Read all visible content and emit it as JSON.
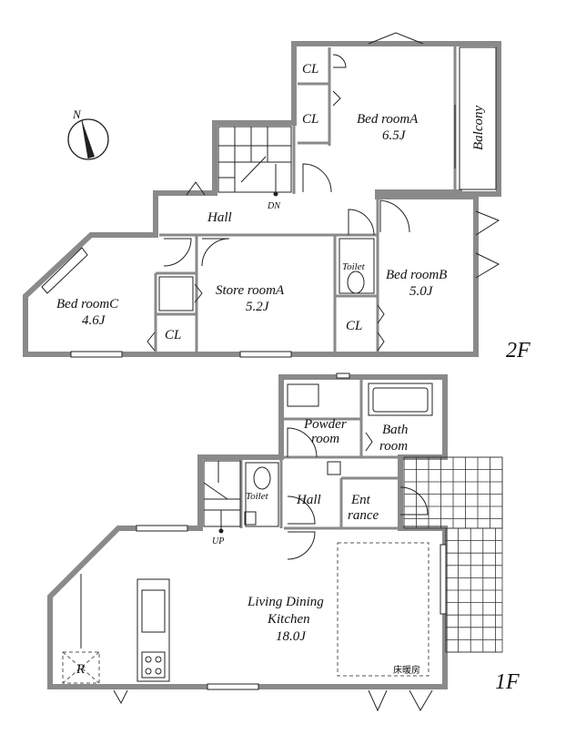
{
  "floors": {
    "second": {
      "label": "2F",
      "rooms": {
        "cl_a1": "CL",
        "cl_a2": "CL",
        "bedroom_a": "Bed roomA",
        "bedroom_a_size": "6.5J",
        "balcony": "Balcony",
        "hall": "Hall",
        "dn": "DN",
        "bedroom_c": "Bed roomC",
        "bedroom_c_size": "4.6J",
        "cl_c": "CL",
        "store_room_a": "Store roomA",
        "store_room_a_size": "5.2J",
        "toilet": "Toilet",
        "cl_b": "CL",
        "bedroom_b": "Bed roomB",
        "bedroom_b_size": "5.0J"
      }
    },
    "first": {
      "label": "1F",
      "rooms": {
        "powder_room_1": "Powder",
        "powder_room_2": "room",
        "bath_1": "Bath",
        "bath_2": "room",
        "toilet": "Toilet",
        "hall": "Hall",
        "entrance_1": "Ent",
        "entrance_2": "rance",
        "up": "UP",
        "ldk_1": "Living Dining",
        "ldk_2": "Kitchen",
        "ldk_size": "18.0J",
        "floor_heating": "床暖房",
        "fridge": "R"
      }
    }
  },
  "compass": {
    "label": "N",
    "icon": "compass-icon"
  },
  "colors": {
    "wall": "#8a8a8a",
    "line": "#222222"
  }
}
